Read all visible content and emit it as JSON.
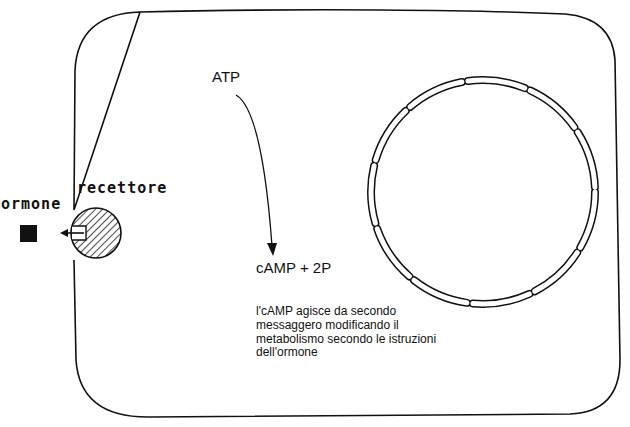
{
  "diagram": {
    "labels": [
      "ormone",
      "recettore",
      "ATP",
      "cAMP + 2P",
      "l'cAMP agisce da secondo messaggero modificando il metabolismo secondo le istruzioni dell'ormone"
    ]
  }
}
